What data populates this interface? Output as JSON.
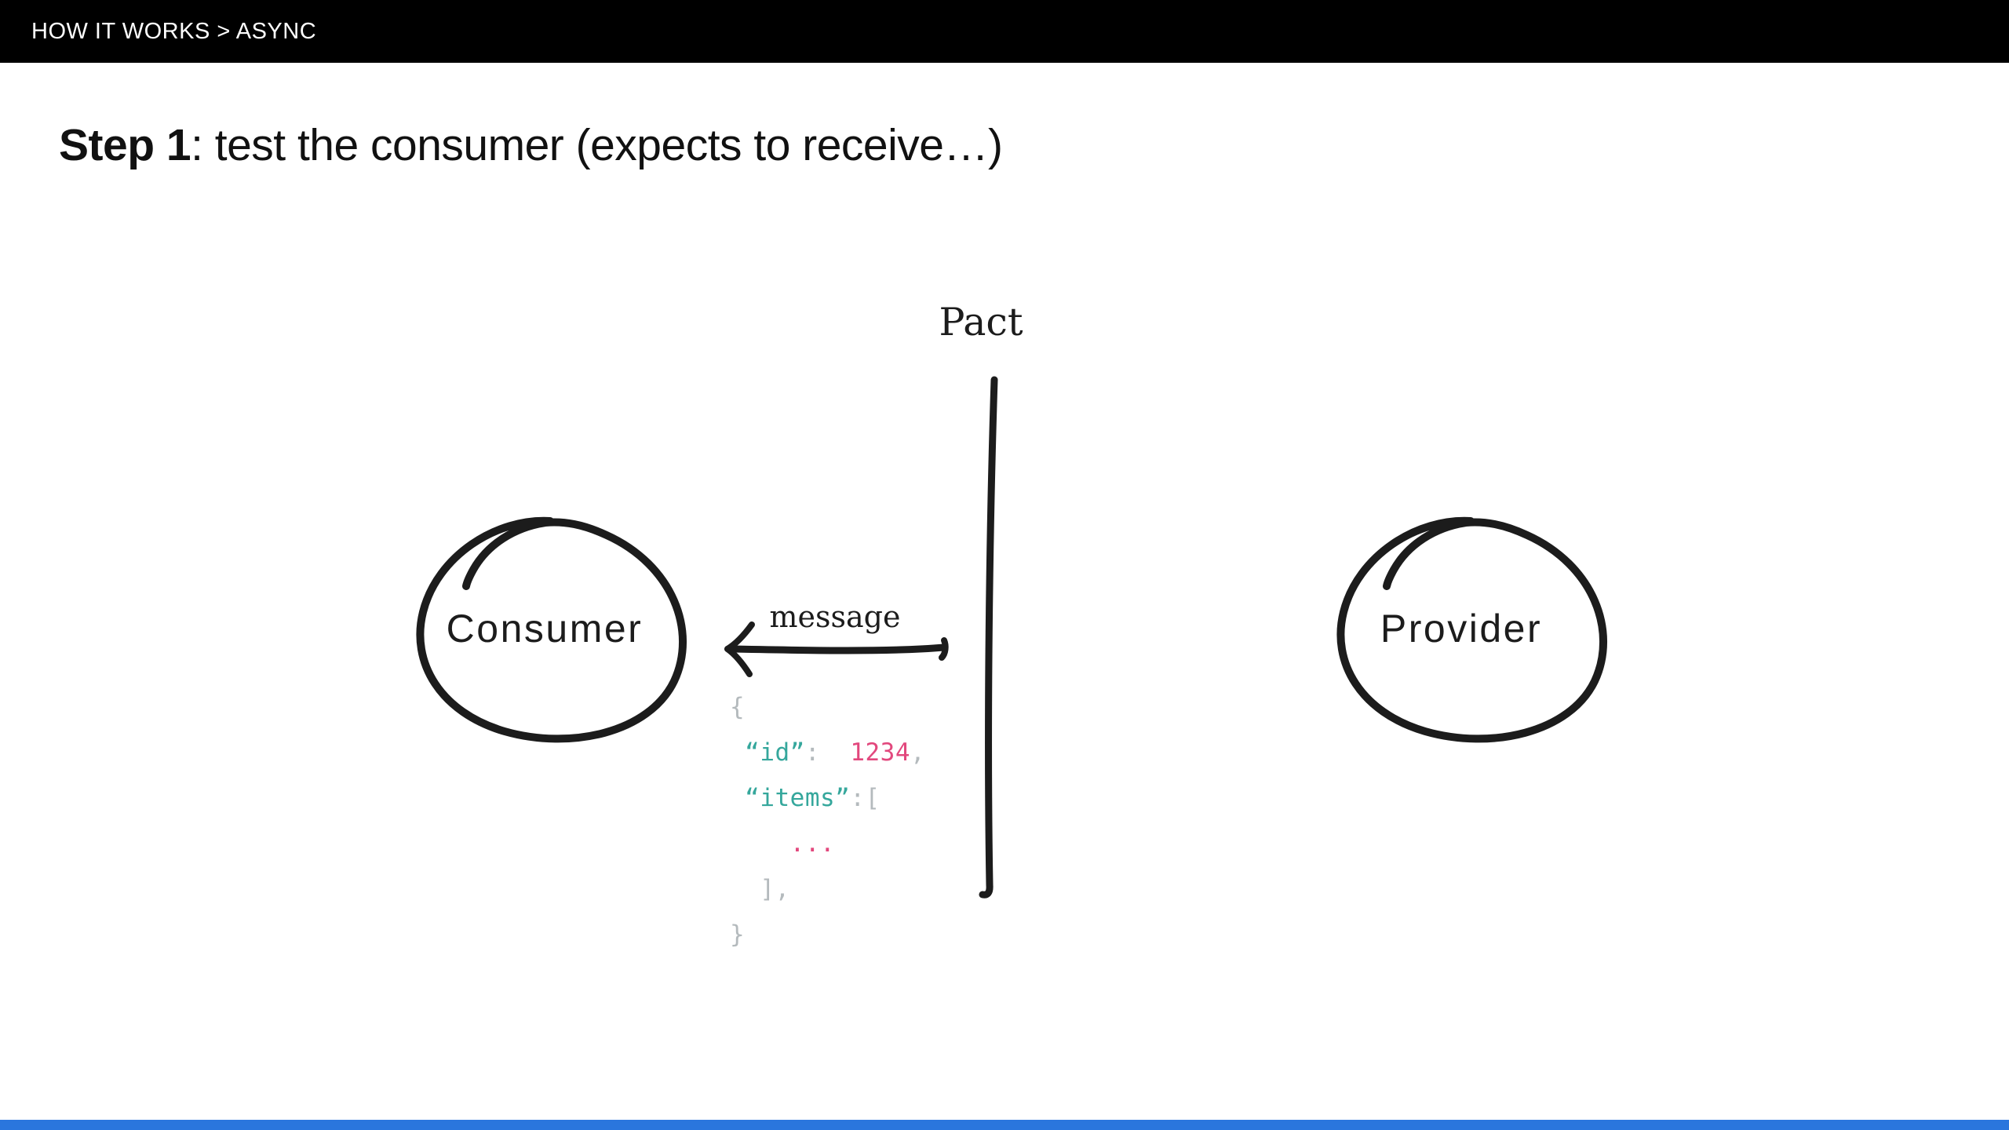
{
  "theme": {
    "ink": "#1c1c1c",
    "teal": "#35a79c",
    "pink": "#e2487d",
    "gray": "#b4babd",
    "header-bg": "#000000",
    "header-fg": "#ffffff",
    "progress": "#2a76dd",
    "bg": "#ffffff"
  },
  "header": {
    "breadcrumb": "HOW IT WORKS > ASYNC"
  },
  "slide": {
    "title_strong": "Step 1",
    "title_rest": ": test the consumer (expects to receive…)"
  },
  "diagram": {
    "pact_label": "Pact",
    "consumer_label": "Consumer",
    "provider_label": "Provider",
    "message_label": "message",
    "icons": {
      "arrow": "left-arrow-icon",
      "divider": "pact-divider-line",
      "consumer_circle": "hand-drawn-circle",
      "provider_circle": "hand-drawn-circle"
    },
    "code_lines": [
      {
        "tokens": [
          {
            "text": "{",
            "color": "gray"
          }
        ]
      },
      {
        "tokens": [
          {
            "text": " ",
            "color": "gray"
          },
          {
            "text": "“id”",
            "color": "teal"
          },
          {
            "text": ":  ",
            "color": "gray"
          },
          {
            "text": "1234",
            "color": "pink"
          },
          {
            "text": ",",
            "color": "gray"
          }
        ]
      },
      {
        "tokens": [
          {
            "text": " ",
            "color": "gray"
          },
          {
            "text": "“items”",
            "color": "teal"
          },
          {
            "text": ":",
            "color": "gray"
          },
          {
            "text": "[",
            "color": "gray"
          }
        ]
      },
      {
        "tokens": [
          {
            "text": "    ",
            "color": "gray"
          },
          {
            "text": "...",
            "color": "pink"
          }
        ]
      },
      {
        "tokens": [
          {
            "text": "  ],",
            "color": "gray"
          }
        ]
      },
      {
        "tokens": [
          {
            "text": "}",
            "color": "gray"
          }
        ]
      }
    ]
  },
  "footer": {
    "progress_percent_visible": true
  }
}
